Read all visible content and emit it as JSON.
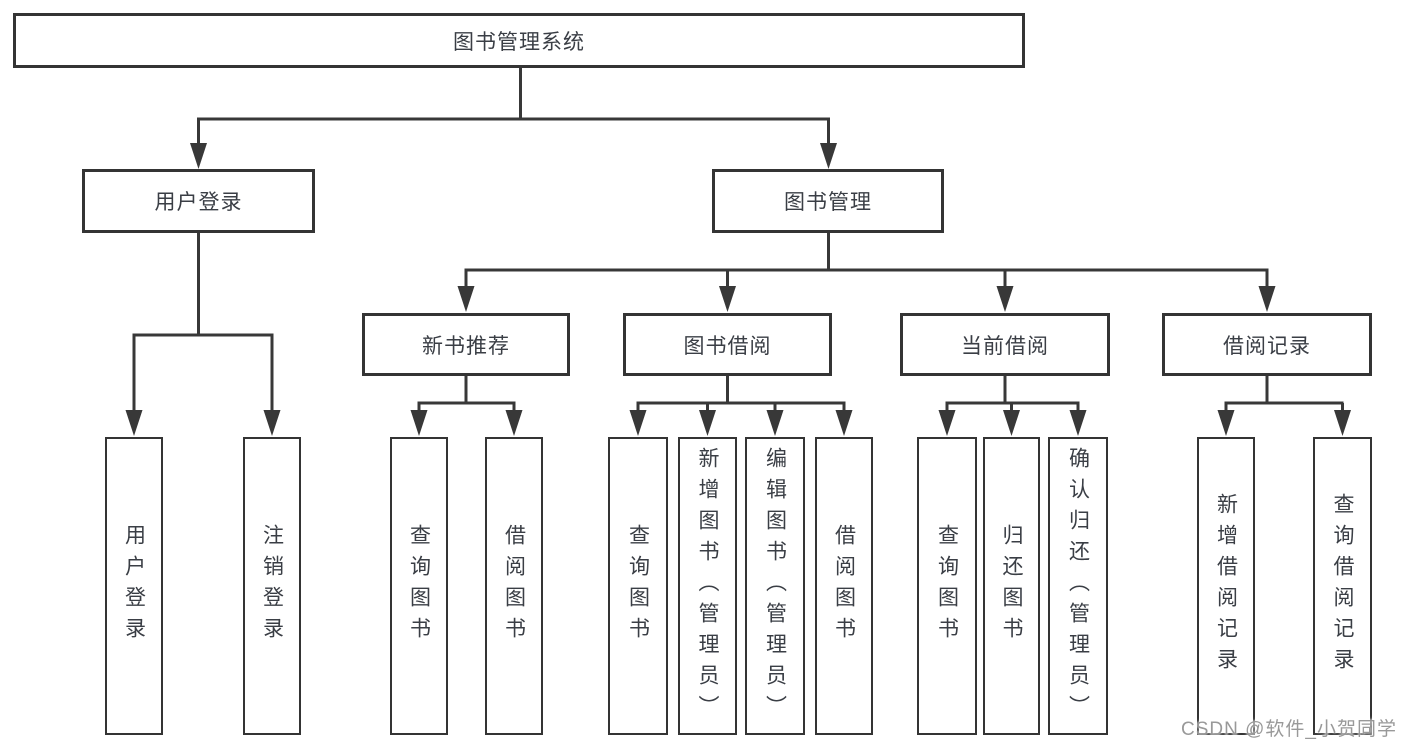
{
  "colors": {
    "line": "#383838",
    "box_border": "#343434",
    "text": "#3a3e45",
    "background": "#ffffff",
    "watermark": "#949494"
  },
  "watermark": "CSDN @软件_小贺同学",
  "tree": {
    "label": "图书管理系统",
    "children": [
      {
        "label": "用户登录",
        "children": [
          {
            "label": "用户登录"
          },
          {
            "label": "注销登录"
          }
        ]
      },
      {
        "label": "图书管理",
        "children": [
          {
            "label": "新书推荐",
            "children": [
              {
                "label": "查询图书"
              },
              {
                "label": "借阅图书"
              }
            ]
          },
          {
            "label": "图书借阅",
            "children": [
              {
                "label": "查询图书"
              },
              {
                "label": "新增图书（管理员）"
              },
              {
                "label": "编辑图书（管理员）"
              },
              {
                "label": "借阅图书"
              }
            ]
          },
          {
            "label": "当前借阅",
            "children": [
              {
                "label": "查询图书"
              },
              {
                "label": "归还图书"
              },
              {
                "label": "确认归还（管理员）"
              }
            ]
          },
          {
            "label": "借阅记录",
            "children": [
              {
                "label": "新增借阅记录"
              },
              {
                "label": "查询借阅记录"
              }
            ]
          }
        ]
      }
    ]
  }
}
